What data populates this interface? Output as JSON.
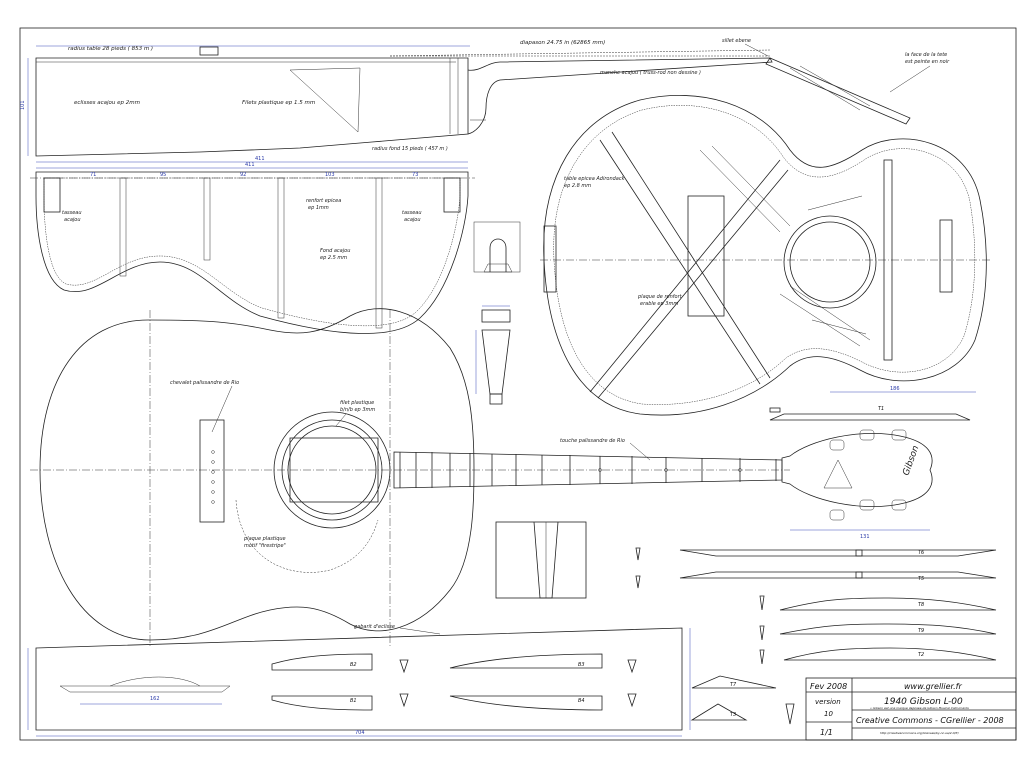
{
  "labels": {
    "radius_table": "radius table 28 pieds ( 853 m )",
    "diapason": "diapason 24.75 in (62865 mm)",
    "sillet": "sillet ebene",
    "tete_1": "la face de la tete",
    "tete_2": "est peinte en noir",
    "manche": "manche acajou ( truss-rod non dessine )",
    "eclisses": "eclisses acajou ep 2mm",
    "filets": "Filets plastique ep 1.5 mm",
    "radius_fond": "radius fond 15 pieds ( 457 m )",
    "tasseau_1": "tasseau",
    "tasseau_2": "acajou",
    "renfort_1": "renfort epicea",
    "renfort_2": "ep 1mm",
    "fond_1": "Fond acajou",
    "fond_2": "ep 2.5 mm",
    "table_1": "table epicea Adirondack",
    "table_2": "ep 2.8 mm",
    "plaque_renfort_1": "plaque de renfort",
    "plaque_renfort_2": "erable ep 3mm",
    "chevalet": "chevalet palissandre de Rio",
    "filet_plastique_1": "filet plastique",
    "filet_plastique_2": "b/n/b ep 3mm",
    "touche": "touche palissandre de Rio",
    "plaque_plastique_1": "plaque plastique",
    "plaque_plastique_2": "motif \"firestripe\"",
    "gabarit": "gabarit d'eclisse",
    "brace_b1": "B1",
    "brace_b2": "B2",
    "brace_b3": "B3",
    "brace_b4": "B4",
    "brace_t1": "T1",
    "brace_t2": "T2",
    "brace_t3": "T3",
    "brace_t5": "T5",
    "brace_t6": "T6",
    "brace_t7": "T7",
    "brace_t8": "T8",
    "brace_t9": "T9"
  },
  "title_block": {
    "date": "Fev 2008",
    "version_label": "version",
    "version": "10",
    "sheet": "1/1",
    "website": "www.grellier.fr",
    "title": "1940 Gibson L-00",
    "trademark_note": "« Gibson est une marque deposee de Gibson Musical Instruments",
    "license": "Creative Commons - CGrellier - 2008",
    "license_url": "http://creativecommons.org/licenses/by-nc-sa/2.0/fr/"
  },
  "headstock_logo": "Gibson",
  "colors": {
    "line": "#222222",
    "dimension": "#3a4ab8",
    "background": "#ffffff"
  }
}
